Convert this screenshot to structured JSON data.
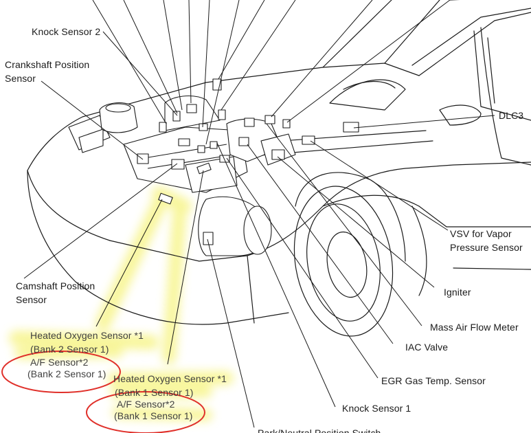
{
  "labels": {
    "knock_sensor_2": "Knock Sensor 2",
    "crankshaft_line1": "Crankshaft  Position",
    "crankshaft_line2": "Sensor",
    "camshaft_line1": "Camshaft  Position",
    "camshaft_line2": "Sensor",
    "dlc3": "DLC3",
    "vsv_line1": "VSV for Vapor",
    "vsv_line2": "Pressure Sensor",
    "igniter": "Igniter",
    "maf": "Mass Air Flow Meter",
    "iac": "IAC Valve",
    "egr": "EGR Gas Temp. Sensor",
    "knock_sensor_1": "Knock Sensor 1",
    "park_neutral": "Park/Neutral Position Switch",
    "ho2_bank2_line1": "Heated Oxygen Sensor *1",
    "ho2_bank2_line2": "(Bank 2 Sensor 1)",
    "af_bank2_line1": "A/F Sensor*2",
    "af_bank2_line2": "(Bank 2 Sensor 1)",
    "ho2_bank1_line1": "Heated Oxygen Sensor *1",
    "ho2_bank1_line2": "(Bank 1 Sensor 1)",
    "af_bank1_line1": "A/F Sensor*2",
    "af_bank1_line2": "(Bank 1 Sensor 1)"
  },
  "colors": {
    "ink": "#1a1a1a",
    "highlight": "#f7f48a",
    "circle": "#e0302a"
  }
}
